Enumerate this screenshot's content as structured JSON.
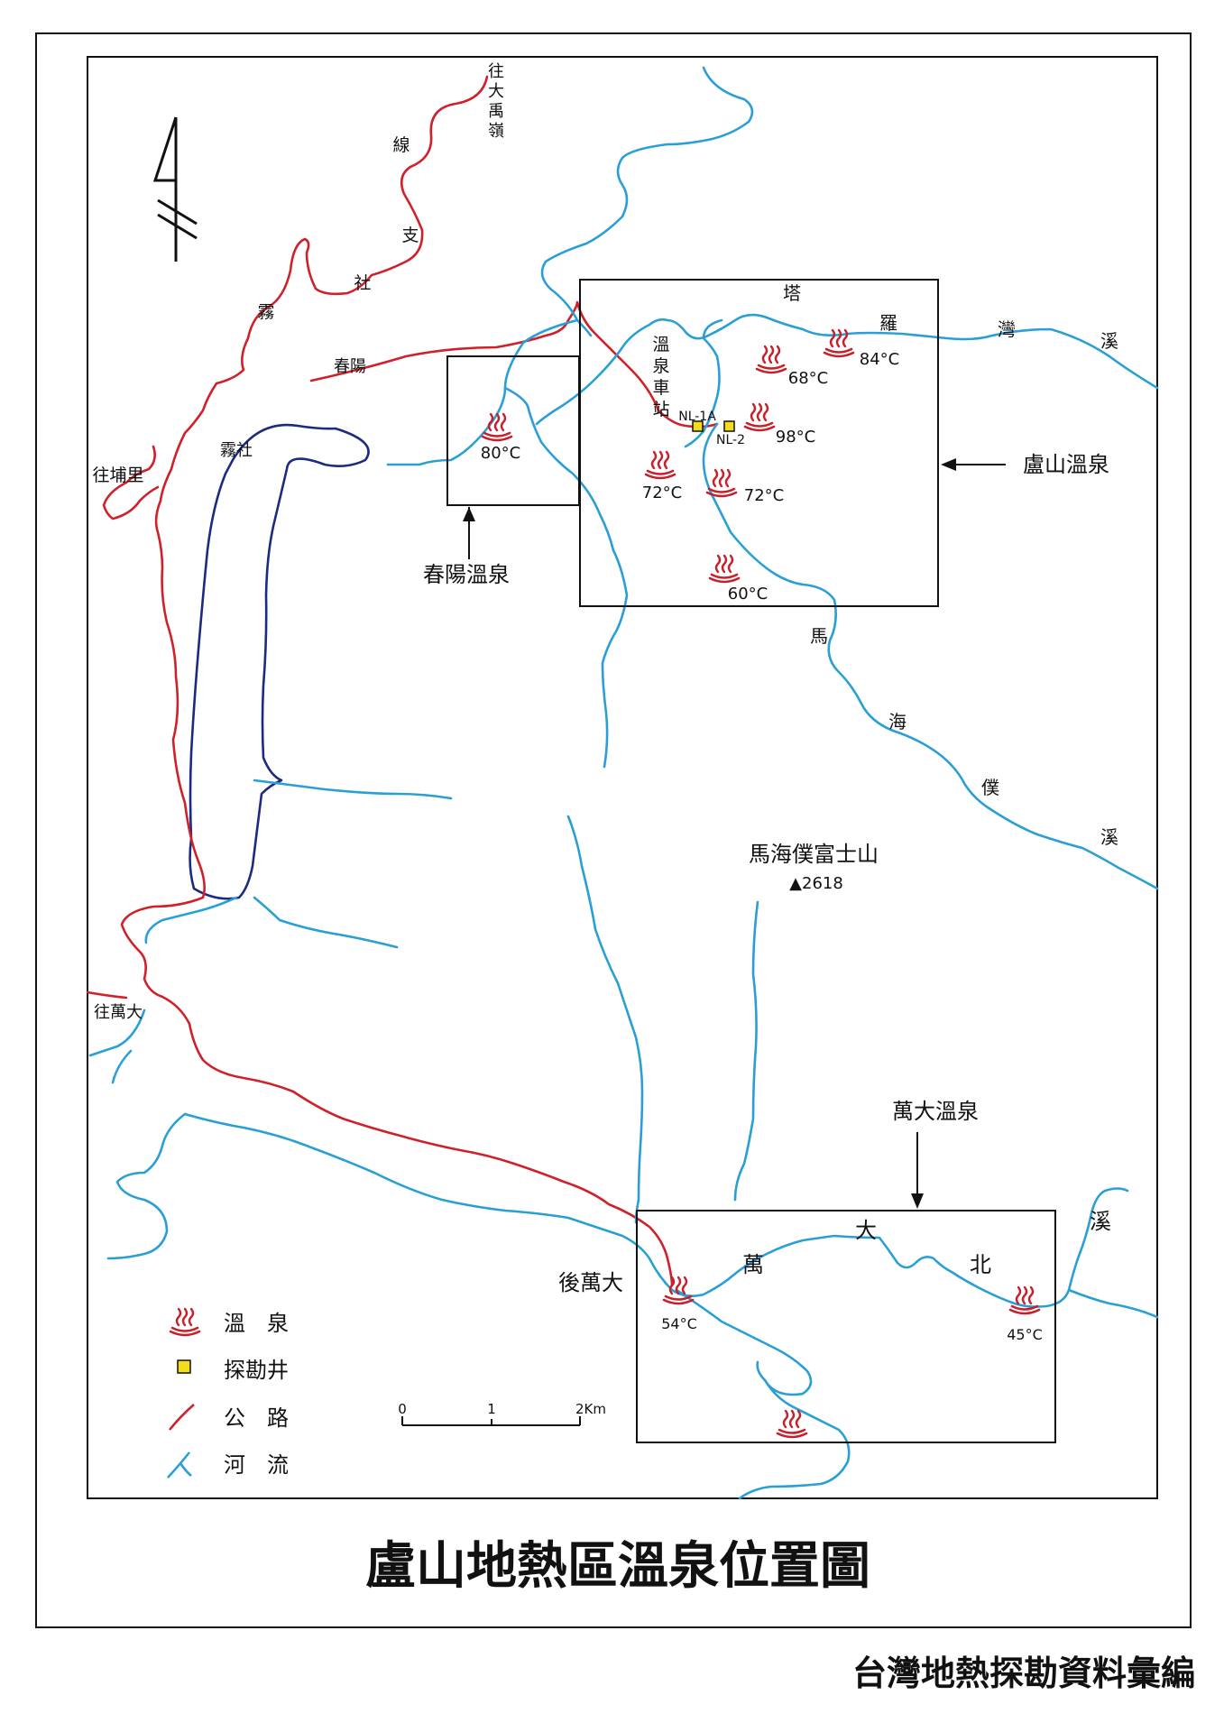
{
  "title": "盧山地熱區溫泉位置圖",
  "source": "台灣地熱探勘資料彙編",
  "colors": {
    "road": "#d0202a",
    "river": "#2a9fd6",
    "lake": "#1c2a80",
    "spring": "#c8202a",
    "well": "#f3dd1a"
  },
  "areas": {
    "lushan": "盧山溫泉",
    "chunyang": "春陽溫泉",
    "wanda": "萬大溫泉"
  },
  "places": {
    "wushe": "霧社",
    "chunyang": "春陽",
    "station_chars": [
      "溫",
      "泉",
      "車",
      "站"
    ],
    "mountain": "馬海僕富士山",
    "elevation": "▲2618",
    "houwanda": "後萬大"
  },
  "roads": {
    "to_dayu": [
      "往",
      "大",
      "禹",
      "嶺"
    ],
    "wushe_branch": [
      "霧",
      "社",
      "支",
      "線"
    ],
    "to_puli": "往埔里",
    "to_wanda": "往萬大"
  },
  "rivers": {
    "taluowan": [
      "塔",
      "羅",
      "灣",
      "溪"
    ],
    "mahaipu": [
      "馬",
      "海",
      "僕",
      "溪"
    ],
    "wandabei": [
      "萬",
      "大",
      "北",
      "溪"
    ]
  },
  "springs": [
    {
      "temp": "84°C"
    },
    {
      "temp": "68°C"
    },
    {
      "temp": "98°C"
    },
    {
      "temp": "72°C"
    },
    {
      "temp": "72°C"
    },
    {
      "temp": "60°C"
    },
    {
      "temp": "80°C"
    },
    {
      "temp": "54°C"
    },
    {
      "temp": "45°C"
    },
    {
      "temp": ""
    }
  ],
  "wells": [
    "NL-1A",
    "NL-2"
  ],
  "legend": [
    {
      "icon": "hot-spring-icon",
      "label": "溫　泉"
    },
    {
      "icon": "well-icon",
      "label": "探勘井"
    },
    {
      "icon": "road-icon",
      "label": "公　路"
    },
    {
      "icon": "river-icon",
      "label": "河　流"
    }
  ],
  "scale": {
    "ticks": [
      "0",
      "1",
      "2Km"
    ]
  }
}
